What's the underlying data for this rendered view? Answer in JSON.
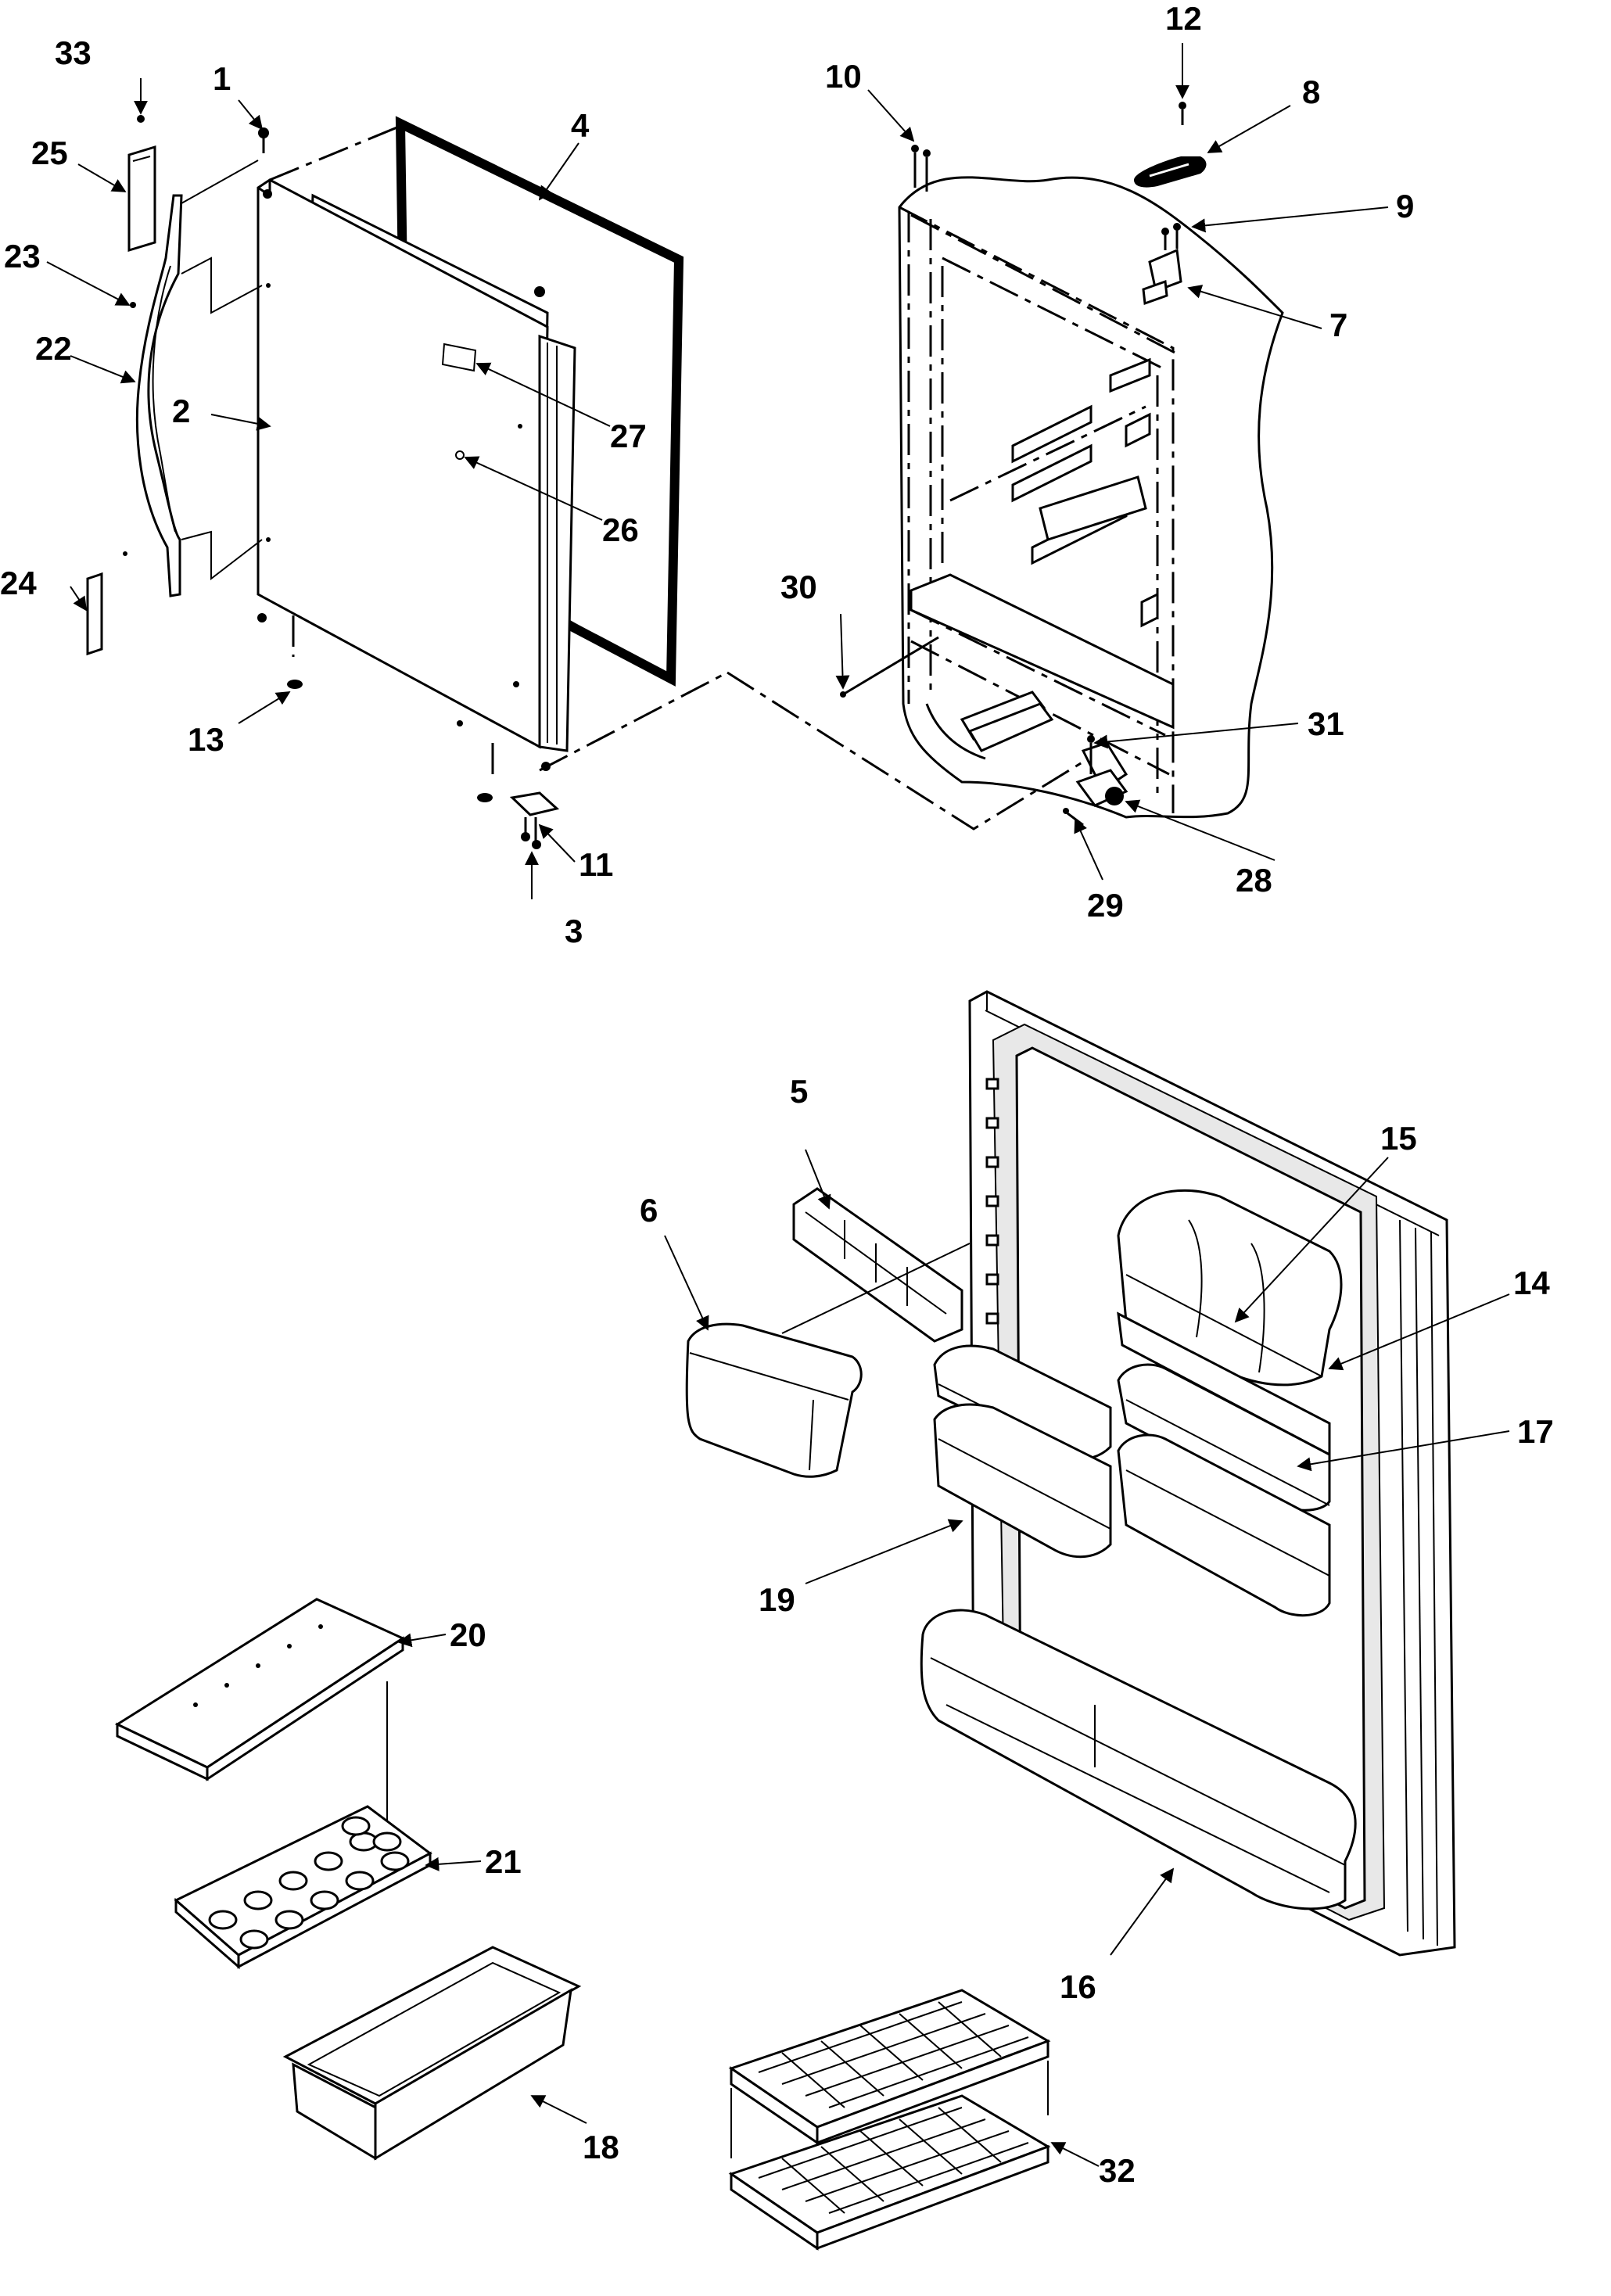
{
  "callouts": [
    "1",
    "2",
    "3",
    "4",
    "5",
    "6",
    "7",
    "8",
    "9",
    "10",
    "11",
    "12",
    "13",
    "14",
    "15",
    "16",
    "17",
    "18",
    "19",
    "20",
    "21",
    "22",
    "23",
    "24",
    "25",
    "26",
    "27",
    "28",
    "29",
    "30",
    "31",
    "32",
    "33"
  ],
  "colors": {
    "line": "#000000",
    "background": "#ffffff"
  }
}
